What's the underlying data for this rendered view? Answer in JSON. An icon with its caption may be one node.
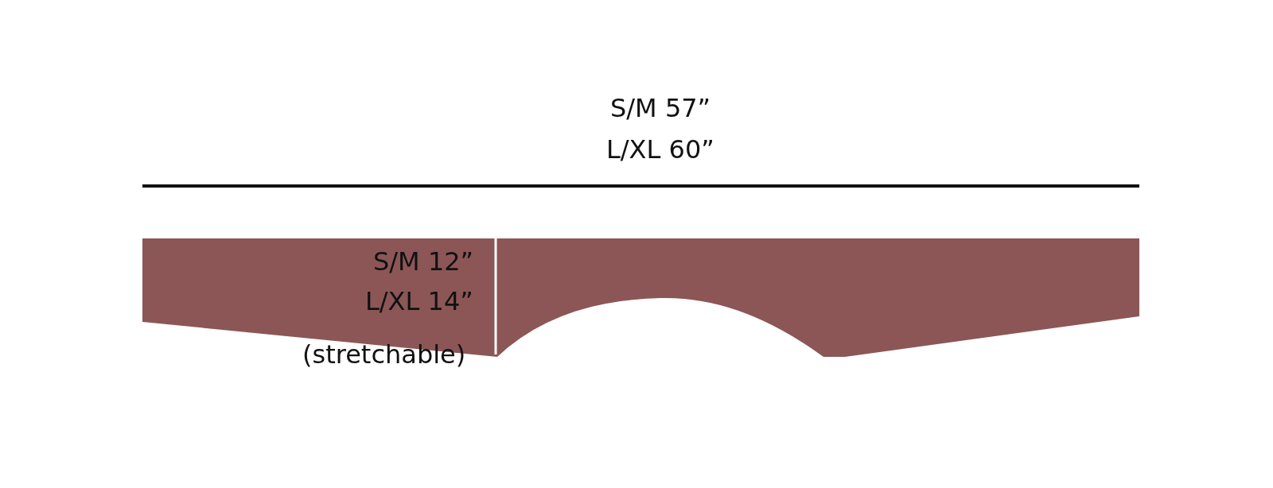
{
  "diagram": {
    "labels": [
      "S/M 57”",
      "L/XL 60”",
      "S/M 12”",
      "L/XL 14”",
      "(stretchable)"
    ]
  }
}
